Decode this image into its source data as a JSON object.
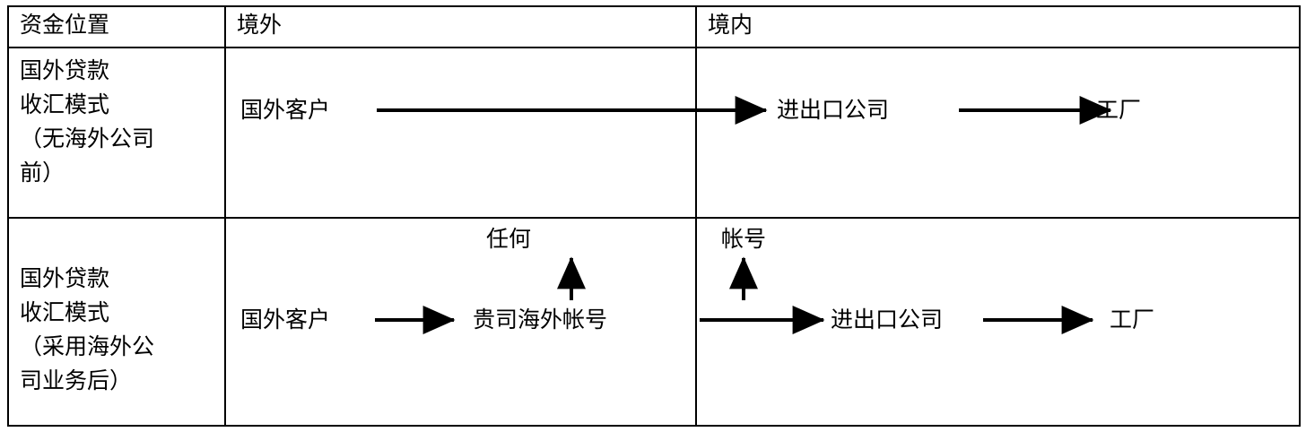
{
  "table": {
    "columns": [
      {
        "key": "position",
        "header": "资金位置"
      },
      {
        "key": "offshore",
        "header": "境外"
      },
      {
        "key": "onshore",
        "header": "境内"
      }
    ],
    "rows": [
      {
        "label_lines": [
          "国外贷款",
          "收汇模式",
          "（无海外公司",
          "前）"
        ],
        "offshore_nodes": [
          "国外客户"
        ],
        "onshore_nodes": [
          "进出口公司",
          "工厂"
        ],
        "annotations": []
      },
      {
        "label_lines": [
          "国外贷款",
          "收汇模式",
          "（采用海外公",
          "司业务后）"
        ],
        "offshore_nodes": [
          "国外客户",
          "贵司海外帐号"
        ],
        "onshore_nodes": [
          "进出口公司",
          "工厂"
        ],
        "annotations": [
          "任何",
          "帐号"
        ]
      }
    ]
  },
  "flow": {
    "row1": {
      "node_customer": "国外客户",
      "node_trading": "进出口公司",
      "node_factory": "工厂"
    },
    "row2": {
      "node_customer": "国外客户",
      "node_offshore_account": "贵司海外帐号",
      "node_trading": "进出口公司",
      "node_factory": "工厂",
      "caption_any": "任何",
      "caption_account": "帐号"
    }
  },
  "style": {
    "ink": "#000000",
    "paper": "#ffffff"
  }
}
